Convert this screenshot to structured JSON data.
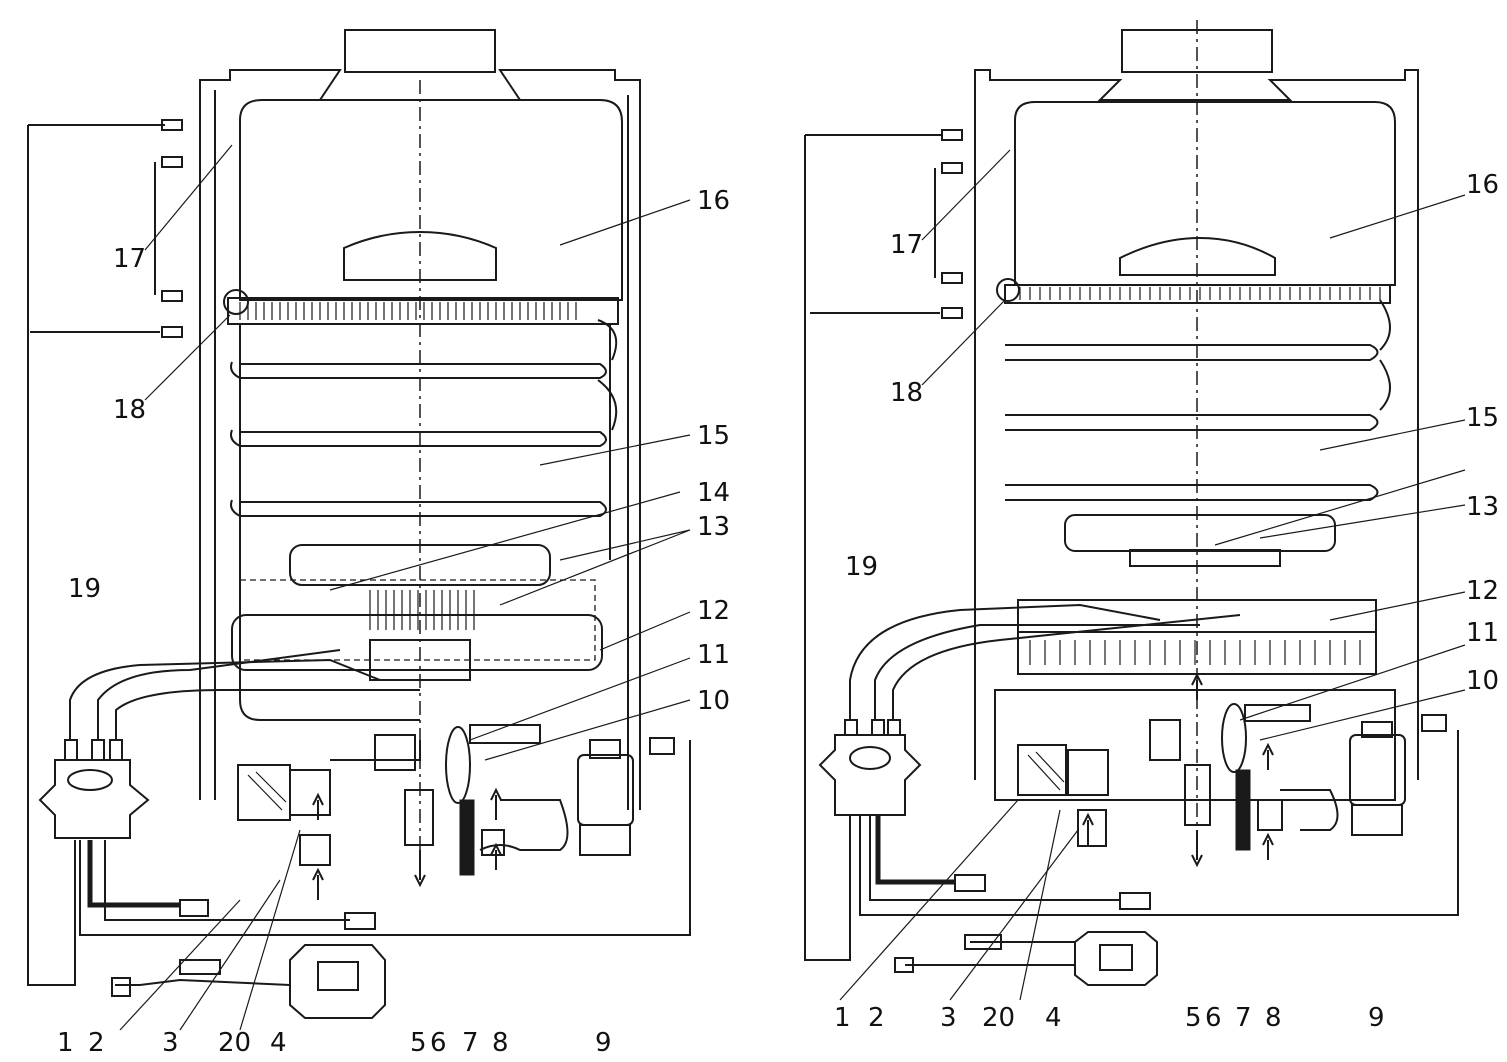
{
  "diagrams": [
    {
      "name": "left",
      "labels": {
        "n1": "1",
        "n2": "2",
        "n3": "3",
        "n4": "4",
        "n5": "5",
        "n6": "6",
        "n7": "7",
        "n8": "8",
        "n9": "9",
        "n10": "10",
        "n11": "11",
        "n12": "12",
        "n13": "13",
        "n14": "14",
        "n15": "15",
        "n16": "16",
        "n17": "17",
        "n18": "18",
        "n19": "19",
        "n20": "20"
      }
    },
    {
      "name": "right",
      "labels": {
        "n1": "1",
        "n2": "2",
        "n3": "3",
        "n4": "4",
        "n5": "5",
        "n6": "6",
        "n7": "7",
        "n8": "8",
        "n9": "9",
        "n10": "10",
        "n11": "11",
        "n12": "12",
        "n13": "13",
        "n15": "15",
        "n16": "16",
        "n17": "17",
        "n18": "18",
        "n19": "19",
        "n20": "20"
      }
    }
  ],
  "icons": [
    "water-heater-schematic"
  ],
  "colors": {
    "line": "#1a1a1a",
    "background": "#ffffff"
  }
}
